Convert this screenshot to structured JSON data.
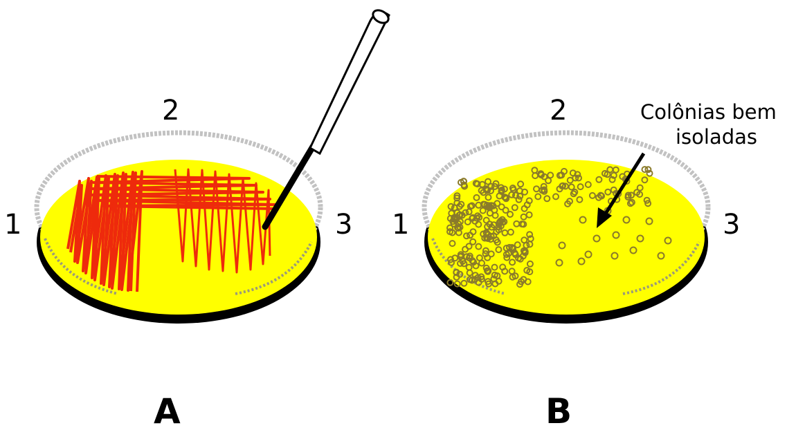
{
  "plate_a": {
    "label": "A",
    "sector_labels": [
      "1",
      "2",
      "3"
    ]
  },
  "plate_b": {
    "label": "B",
    "sector_labels": [
      "1",
      "2",
      "3"
    ],
    "annotation_line1": "Colônias bem",
    "annotation_line2": "isoladas"
  },
  "colors": {
    "agar": "#ffff00",
    "streak": "#ee2a0c",
    "rim": "#c2c2c2",
    "colony": "#8a7a2a",
    "outline": "#000000"
  },
  "icons": [
    "petri-dish",
    "inoculating-loop",
    "bacterial-colony",
    "arrow"
  ]
}
